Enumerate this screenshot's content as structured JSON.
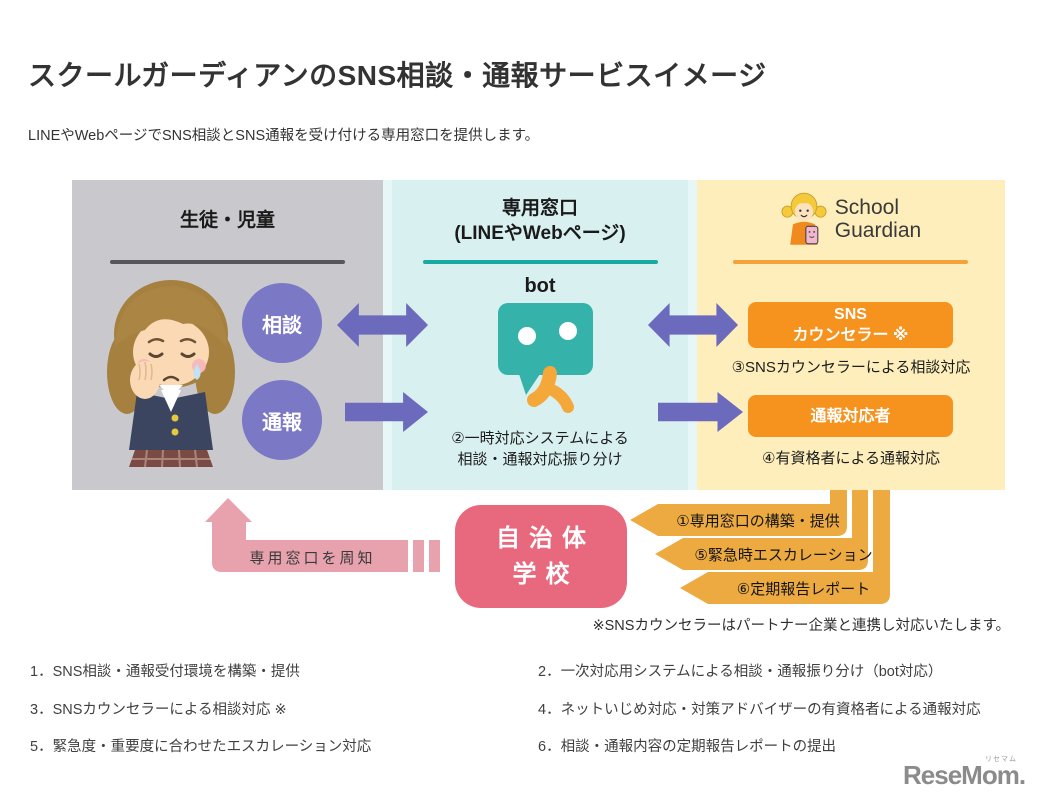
{
  "page": {
    "title": "スクールガーディアンのSNS相談・通報サービスイメージ",
    "subtitle": "LINEやWebページでSNS相談とSNS通報を受け付ける専用窓口を提供します。"
  },
  "diagram": {
    "students_panel": {
      "heading": "生徒・児童",
      "consult_label": "相談",
      "report_label": "通報"
    },
    "window_panel": {
      "heading_line1": "専用窓口",
      "heading_line2": "(LINEやWebページ)",
      "bot_label": "bot",
      "caption_line1": "②一時対応システムによる",
      "caption_line2": "相談・通報対応振り分け"
    },
    "guardian_panel": {
      "logo_line1": "School",
      "logo_line2": "Guardian",
      "sns_box_line1": "SNS",
      "sns_box_line2": "カウンセラー ※",
      "sns_caption": "③SNSカウンセラーによる相談対応",
      "report_box_label": "通報対応者",
      "report_caption": "④有資格者による通報対応"
    },
    "bottom": {
      "notify_arrow_label": "専用窓口を周知",
      "municipality_line1": "自治体",
      "municipality_line2": "学校",
      "banner1": "①専用窓口の構築・提供",
      "banner2": "⑤緊急時エスカレーション",
      "banner3": "⑥定期報告レポート",
      "note": "※SNSカウンセラーはパートナー企業と連携し対応いたします。"
    }
  },
  "features": {
    "left": [
      "1．SNS相談・通報受付環境を構築・提供",
      "3．SNSカウンセラーによる相談対応 ※",
      "5．緊急度・重要度に合わせたエスカレーション対応"
    ],
    "right": [
      "2．一次対応用システムによる相談・通報振り分け（bot対応）",
      "4．ネットいじめ対応・対策アドバイザーの有資格者による通報対応",
      "6．相談・通報内容の定期報告レポートの提出"
    ]
  },
  "footer": {
    "logo_text": "ReseMom.",
    "logo_ruby": "リセマム"
  },
  "colors": {
    "panel_students": "#c9c9cd",
    "panel_window": "#d9f0f1",
    "panel_guardian": "#fdeebb",
    "purple_arrow": "#6c6abc",
    "purple_circle": "#7b78c5",
    "teal_bot": "#35b3ab",
    "orange_box": "#f6921e",
    "orange_banner": "#ecaa40",
    "pink_arrow": "#e7a2ae",
    "pink_box": "#e8697d"
  }
}
